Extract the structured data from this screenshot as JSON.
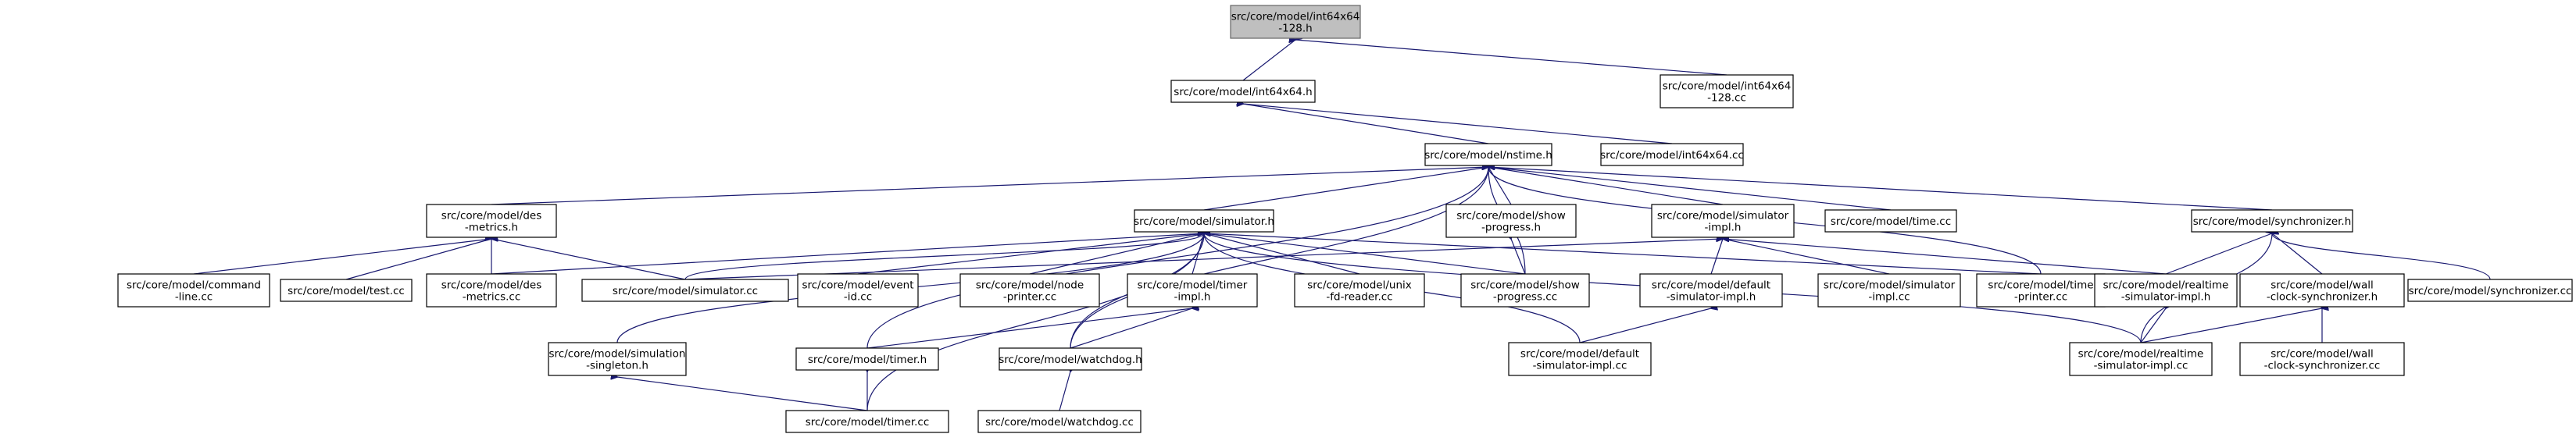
{
  "graph": {
    "title": "",
    "nodes": [
      {
        "id": "n0",
        "lines": [
          "src/core/model/int64x64",
          "-128.h"
        ],
        "root": true
      },
      {
        "id": "n1",
        "lines": [
          "src/core/model/int64x64.h"
        ]
      },
      {
        "id": "n2",
        "lines": [
          "src/core/model/int64x64",
          "-128.cc"
        ]
      },
      {
        "id": "n3",
        "lines": [
          "src/core/model/nstime.h"
        ]
      },
      {
        "id": "n4",
        "lines": [
          "src/core/model/int64x64.cc"
        ]
      },
      {
        "id": "n5",
        "lines": [
          "src/core/model/des",
          "-metrics.h"
        ]
      },
      {
        "id": "n6",
        "lines": [
          "src/core/model/simulator.h"
        ]
      },
      {
        "id": "n7",
        "lines": [
          "src/core/model/show",
          "-progress.h"
        ]
      },
      {
        "id": "n8",
        "lines": [
          "src/core/model/simulator",
          "-impl.h"
        ]
      },
      {
        "id": "n9",
        "lines": [
          "src/core/model/time.cc"
        ]
      },
      {
        "id": "n10",
        "lines": [
          "src/core/model/synchronizer.h"
        ]
      },
      {
        "id": "n11",
        "lines": [
          "src/core/model/command",
          "-line.cc"
        ]
      },
      {
        "id": "n12",
        "lines": [
          "src/core/model/test.cc"
        ]
      },
      {
        "id": "n13",
        "lines": [
          "src/core/model/des",
          "-metrics.cc"
        ]
      },
      {
        "id": "n14",
        "lines": [
          "src/core/model/simulator.cc"
        ]
      },
      {
        "id": "n15",
        "lines": [
          "src/core/model/event",
          "-id.cc"
        ]
      },
      {
        "id": "n16",
        "lines": [
          "src/core/model/node",
          "-printer.cc"
        ]
      },
      {
        "id": "n17",
        "lines": [
          "src/core/model/timer",
          "-impl.h"
        ]
      },
      {
        "id": "n18",
        "lines": [
          "src/core/model/unix",
          "-fd-reader.cc"
        ]
      },
      {
        "id": "n19",
        "lines": [
          "src/core/model/show",
          "-progress.cc"
        ]
      },
      {
        "id": "n20",
        "lines": [
          "src/core/model/default",
          "-simulator-impl.h"
        ]
      },
      {
        "id": "n21",
        "lines": [
          "src/core/model/simulator",
          "-impl.cc"
        ]
      },
      {
        "id": "n22",
        "lines": [
          "src/core/model/time",
          "-printer.cc"
        ]
      },
      {
        "id": "n23",
        "lines": [
          "src/core/model/realtime",
          "-simulator-impl.h"
        ]
      },
      {
        "id": "n24",
        "lines": [
          "src/core/model/wall",
          "-clock-synchronizer.h"
        ]
      },
      {
        "id": "n25",
        "lines": [
          "src/core/model/synchronizer.cc"
        ]
      },
      {
        "id": "n26",
        "lines": [
          "src/core/model/simulation",
          "-singleton.h"
        ]
      },
      {
        "id": "n27",
        "lines": [
          "src/core/model/timer.h"
        ]
      },
      {
        "id": "n28",
        "lines": [
          "src/core/model/watchdog.h"
        ]
      },
      {
        "id": "n29",
        "lines": [
          "src/core/model/default",
          "-simulator-impl.cc"
        ]
      },
      {
        "id": "n30",
        "lines": [
          "src/core/model/realtime",
          "-simulator-impl.cc"
        ]
      },
      {
        "id": "n31",
        "lines": [
          "src/core/model/wall",
          "-clock-synchronizer.cc"
        ]
      },
      {
        "id": "n32",
        "lines": [
          "src/core/model/timer.cc"
        ]
      },
      {
        "id": "n33",
        "lines": [
          "src/core/model/watchdog.cc"
        ]
      }
    ],
    "edges": [
      [
        "n0",
        "n1"
      ],
      [
        "n0",
        "n2"
      ],
      [
        "n1",
        "n3"
      ],
      [
        "n1",
        "n4"
      ],
      [
        "n3",
        "n5"
      ],
      [
        "n3",
        "n6"
      ],
      [
        "n3",
        "n7"
      ],
      [
        "n3",
        "n8"
      ],
      [
        "n3",
        "n9"
      ],
      [
        "n3",
        "n10"
      ],
      [
        "n3",
        "n19"
      ],
      [
        "n3",
        "n22"
      ],
      [
        "n3",
        "n27"
      ],
      [
        "n3",
        "n28"
      ],
      [
        "n5",
        "n11"
      ],
      [
        "n5",
        "n12"
      ],
      [
        "n5",
        "n13"
      ],
      [
        "n5",
        "n14"
      ],
      [
        "n6",
        "n13"
      ],
      [
        "n6",
        "n14"
      ],
      [
        "n6",
        "n15"
      ],
      [
        "n6",
        "n16"
      ],
      [
        "n6",
        "n17"
      ],
      [
        "n6",
        "n18"
      ],
      [
        "n6",
        "n19"
      ],
      [
        "n6",
        "n22"
      ],
      [
        "n6",
        "n26"
      ],
      [
        "n6",
        "n28"
      ],
      [
        "n6",
        "n29"
      ],
      [
        "n6",
        "n30"
      ],
      [
        "n6",
        "n32"
      ],
      [
        "n7",
        "n19"
      ],
      [
        "n8",
        "n14"
      ],
      [
        "n8",
        "n20"
      ],
      [
        "n8",
        "n21"
      ],
      [
        "n8",
        "n23"
      ],
      [
        "n10",
        "n23"
      ],
      [
        "n10",
        "n24"
      ],
      [
        "n10",
        "n25"
      ],
      [
        "n10",
        "n30"
      ],
      [
        "n17",
        "n27"
      ],
      [
        "n17",
        "n28"
      ],
      [
        "n20",
        "n29"
      ],
      [
        "n23",
        "n30"
      ],
      [
        "n24",
        "n30"
      ],
      [
        "n24",
        "n31"
      ],
      [
        "n26",
        "n32"
      ],
      [
        "n27",
        "n32"
      ],
      [
        "n28",
        "n33"
      ]
    ]
  }
}
